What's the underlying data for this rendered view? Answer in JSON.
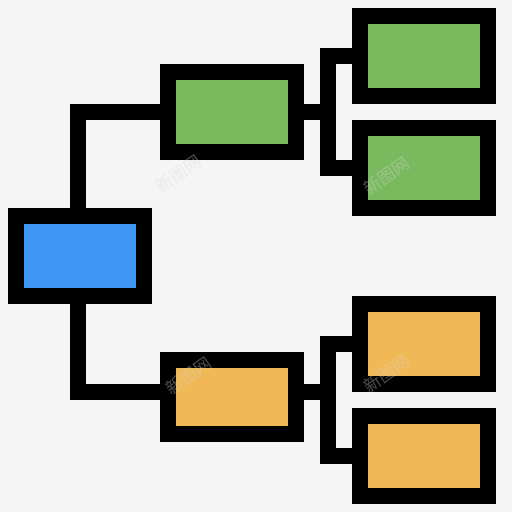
{
  "diagram": {
    "type": "tree-hierarchy-icon",
    "root": {
      "color": "#3f97f3"
    },
    "branches": [
      {
        "name": "upper-branch",
        "color": "#7aba5f",
        "children": [
          {
            "name": "upper-leaf-1",
            "color": "#7aba5f"
          },
          {
            "name": "upper-leaf-2",
            "color": "#7aba5f"
          }
        ]
      },
      {
        "name": "lower-branch",
        "color": "#f1b955",
        "children": [
          {
            "name": "lower-leaf-1",
            "color": "#f1b955"
          },
          {
            "name": "lower-leaf-2",
            "color": "#f1b955"
          }
        ]
      }
    ],
    "stroke_color": "#000000"
  },
  "watermark": {
    "text": "新图网"
  }
}
